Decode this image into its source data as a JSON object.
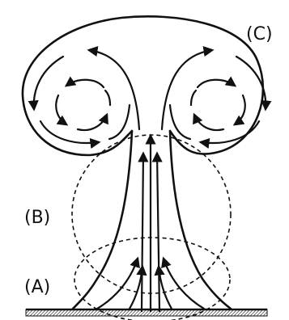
{
  "labels": {
    "stage_a": "(A)",
    "stage_b": "(B)",
    "stage_c": "(C)"
  }
}
